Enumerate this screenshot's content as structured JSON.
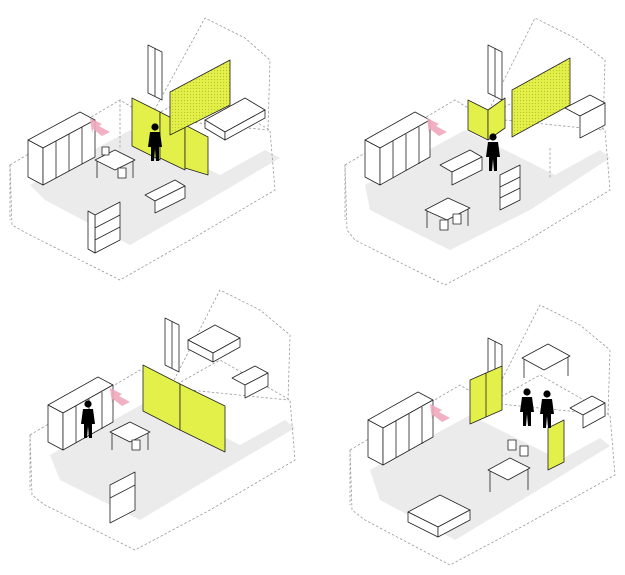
{
  "colors": {
    "floor": "#ebebeb",
    "partition": "#e4f04a",
    "partition_pattern": "#b9c42d",
    "outline": "#222222",
    "dashed": "#9a9a9a",
    "arrow": "#f1a9bd",
    "person": "#000000"
  },
  "scenes": [
    {
      "id": "scene-1",
      "people": 1,
      "partitions": 3,
      "arrangement": "partition-room-closed"
    },
    {
      "id": "scene-2",
      "people": 1,
      "partitions": 2,
      "arrangement": "partition-folded-open"
    },
    {
      "id": "scene-3",
      "people": 1,
      "partitions": 2,
      "arrangement": "partition-wall-long"
    },
    {
      "id": "scene-4",
      "people": 2,
      "partitions": 2,
      "arrangement": "partition-split-meeting"
    }
  ]
}
